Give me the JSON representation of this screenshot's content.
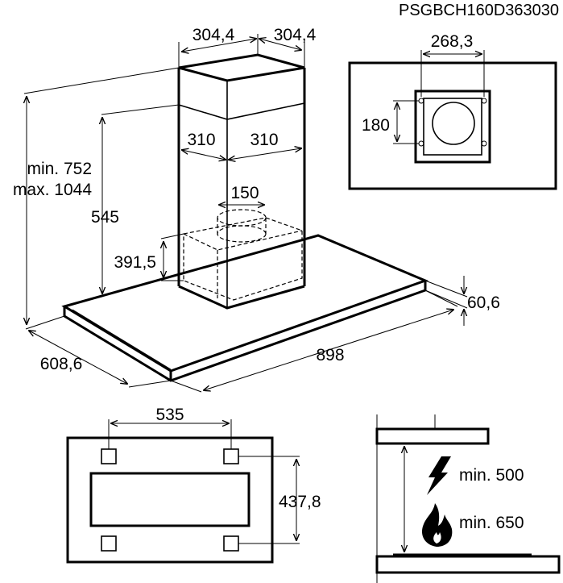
{
  "model_code": "PSGBCH160D363030",
  "dimensions": {
    "chimney_width_left": "304,4",
    "chimney_width_right": "304,4",
    "inner_half_left": "310",
    "inner_half_right": "310",
    "outlet_diameter": "150",
    "filter_box_height": "391,5",
    "chimney_height": "545",
    "total_height_min": "min. 752",
    "total_height_max": "max. 1044",
    "canopy_depth": "608,6",
    "canopy_width": "898",
    "canopy_thickness": "60,6",
    "bracket_width": "268,3",
    "bracket_height": "180",
    "mount_spacing_width": "535",
    "mount_spacing_depth": "437,8"
  },
  "clearances": {
    "electric": "min. 500",
    "gas": "min. 650"
  },
  "icons": {
    "electric": "lightning-bolt-icon",
    "gas": "flame-icon"
  }
}
